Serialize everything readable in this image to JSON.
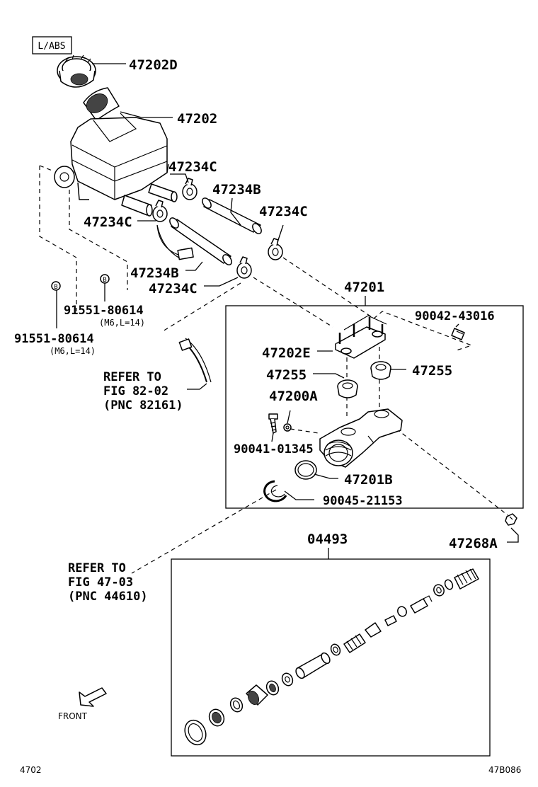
{
  "variant_tag": "L/ABS",
  "labels": {
    "cap": "47202D",
    "reservoir": "47202",
    "clamp_1": "47234C",
    "hose_1": "47234B",
    "clamp_2": "47234C",
    "clamp_3": "47234C",
    "hose_2": "47234B",
    "clamp_4": "47234C",
    "master_cylinder": "47201",
    "pin": "90042-43016",
    "grommet_union": "47202E",
    "grommet_1": "47255",
    "grommet_2": "47255",
    "union_bolt": "47200A",
    "screw": "90041-01345",
    "o_ring": "47201B",
    "snap_ring": "90045-21153",
    "bolt": "47268A",
    "repair_kit": "04493",
    "bolt_right": "91551-80614",
    "bolt_spec_right": "(M6,L=14)",
    "bolt_left": "91551-80614",
    "bolt_spec_left": "(M6,L=14)"
  },
  "markers": {
    "bolt_left": "B",
    "bolt_right": "B"
  },
  "refs": {
    "fig_82_02": {
      "line1": "REFER TO",
      "line2": "FIG 82-02",
      "line3": "(PNC 82161)"
    },
    "fig_47_03": {
      "line1": "REFER TO",
      "line2": "FIG 47-03",
      "line3": "(PNC 44610)"
    }
  },
  "front_label": "FRONT",
  "footer": {
    "figure_number": "4702",
    "illustration_code": "47B086"
  }
}
